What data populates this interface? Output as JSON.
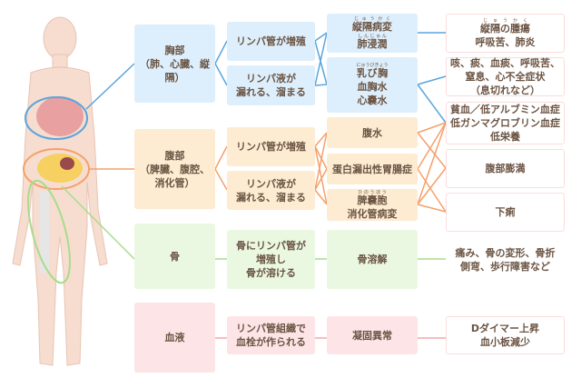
{
  "categories": [
    {
      "label": "胸部",
      "sub": "（肺、心臓、縦隔）"
    },
    {
      "label": "腹部",
      "sub": "（脾臓、腹腔、",
      "sub2": "消化管）"
    },
    {
      "label": "骨"
    },
    {
      "label": "血液"
    }
  ],
  "mechanisms": {
    "chest_1": "リンパ管が増殖",
    "chest_2a": "リンパ液が",
    "chest_2b": "漏れる、溜まる",
    "abd_1": "リンパ管が増殖",
    "abd_2a": "リンパ液が",
    "abd_2b": "漏れる、溜まる",
    "bone_a": "骨にリンパ管が",
    "bone_b": "増殖し",
    "bone_c": "骨が溶ける",
    "blood_a": "リンパ管組織で",
    "blood_b": "血栓が作られる"
  },
  "conditions": {
    "c1a": "縦隔病変",
    "c1a_rt": "じゅうかく",
    "c1b": "肺浸潤",
    "c1b_rt": "しんじゅん",
    "c2a": "乳び胸",
    "c2a_rt": "にゅうびきょう",
    "c2b": "血胸水",
    "c2c": "心嚢水",
    "c3": "腹水",
    "c4": "蛋白漏出性胃腸症",
    "c5a": "脾嚢胞",
    "c5a_rt": "ひのうほう",
    "c5b": "消化管病変",
    "bone": "骨溶解",
    "blood": "凝固異常"
  },
  "symptoms": {
    "s1a": "縦隔の腫瘍",
    "s1a_rt": "じゅうかく",
    "s1b": "呼吸苦、肺炎",
    "s2a": "咳、痰、血痰、呼吸苦、",
    "s2b": "窒息、心不全症状",
    "s2c": "（息切れなど）",
    "s3a": "貧血／低アルブミン血症",
    "s3b": "低ガンマグロブリン血症",
    "s3c": "低栄養",
    "s4": "腹部膨満",
    "s5": "下痢",
    "bone_a": "痛み、骨の変形、骨折",
    "bone_b": "側弯、歩行障害など",
    "blood_a": "Dダイマー上昇",
    "blood_b": "血小板減少"
  },
  "colors": {
    "chest": "#5aa5dc",
    "abdomen": "#f5a06a",
    "bone": "#a8dc8c",
    "blood": "#f4a7ab",
    "text": "#6b5443"
  }
}
